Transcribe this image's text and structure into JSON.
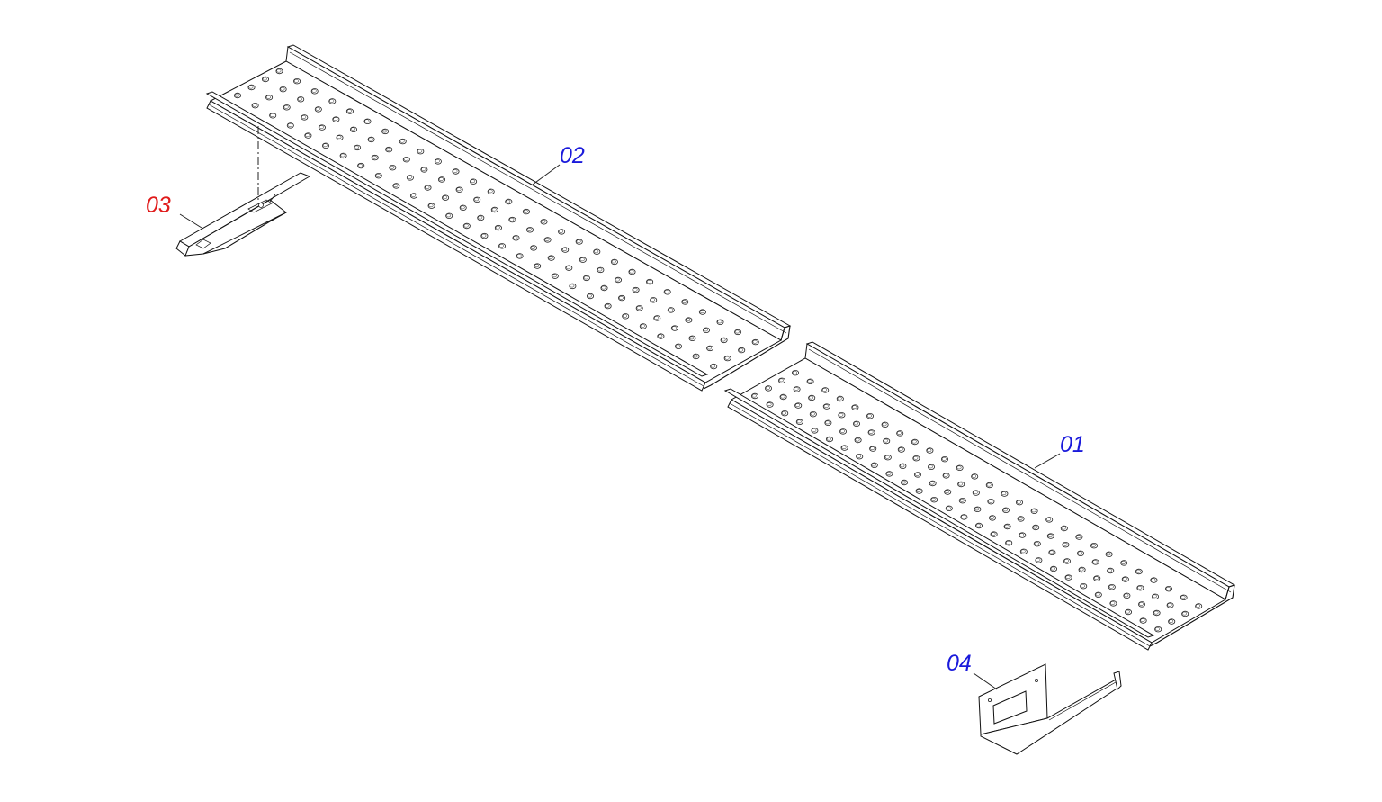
{
  "callouts": {
    "part_02": {
      "label": "02",
      "color": "#1a1adb"
    },
    "part_03": {
      "label": "03",
      "color": "#e01b1b"
    },
    "part_01": {
      "label": "01",
      "color": "#1a1adb"
    },
    "part_04": {
      "label": "04",
      "color": "#1a1adb"
    }
  },
  "parts": [
    {
      "id": "02",
      "name": "perforated-cable-tray",
      "hole_rows": 4,
      "hole_cols": 28
    },
    {
      "id": "01",
      "name": "perforated-cable-tray",
      "hole_rows": 4,
      "hole_cols": 28
    },
    {
      "id": "03",
      "name": "support-bracket"
    },
    {
      "id": "04",
      "name": "angle-bracket"
    }
  ]
}
